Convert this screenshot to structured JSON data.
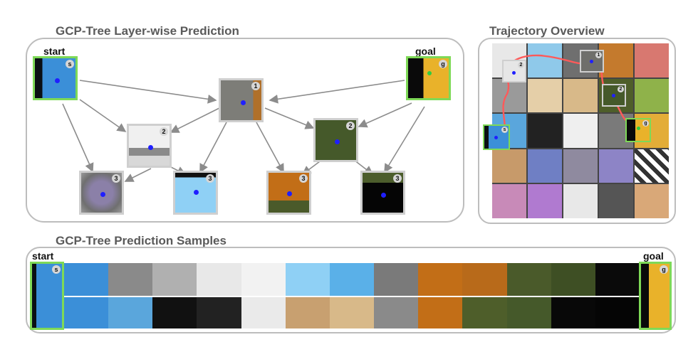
{
  "layerwise": {
    "title": "GCP-Tree Layer-wise Prediction",
    "start_label": "start",
    "goal_label": "goal"
  },
  "trajectory": {
    "title": "Trajectory Overview"
  },
  "samples": {
    "title": "GCP-Tree Prediction Samples",
    "start_label": "start",
    "goal_label": "goal"
  },
  "badges": {
    "s": "s",
    "g": "g",
    "one": "1",
    "two": "2",
    "three": "3"
  },
  "colors": {
    "start_goal_border": "#7ed957",
    "node_border": "#cfcfcf",
    "dot": "#1f1fff",
    "path": "#ff5a5a"
  }
}
